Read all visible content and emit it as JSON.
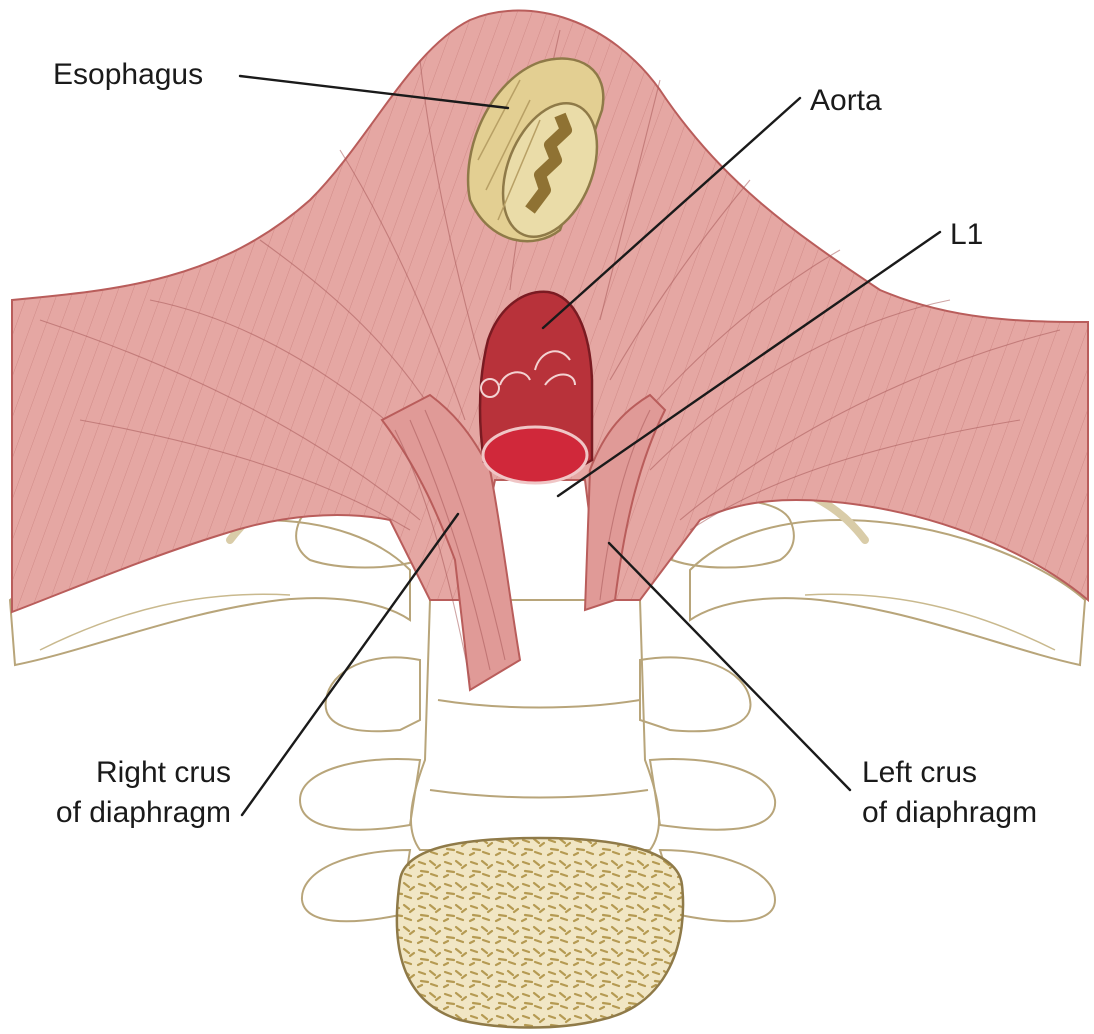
{
  "labels": {
    "esophagus": "Esophagus",
    "aorta": "Aorta",
    "l1": "L1",
    "right_crus_line1": "Right crus",
    "right_crus_line2": "of diaphragm",
    "left_crus_line1": "Left crus",
    "left_crus_line2": "of diaphragm"
  },
  "colors": {
    "muscle": "#e2a3a0",
    "muscle_dark": "#c97672",
    "aorta": "#b8323a",
    "aorta_lumen": "#d22a3a",
    "esophagus": "#e3cf92",
    "bone": "#f6f0dc",
    "bone_shade": "#ede3c4"
  }
}
